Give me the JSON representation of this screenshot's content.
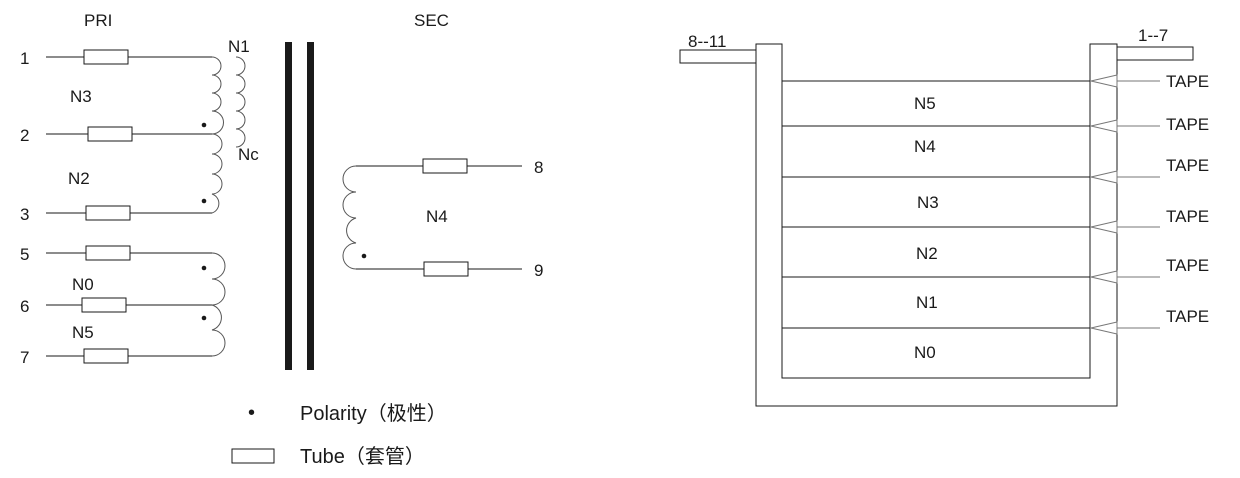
{
  "schematic": {
    "pri_label": "PRI",
    "sec_label": "SEC",
    "pins": {
      "p1": "1",
      "p2": "2",
      "p3": "3",
      "p5": "5",
      "p6": "6",
      "p7": "7",
      "p8": "8",
      "p9": "9"
    },
    "windings": {
      "n1": "N1",
      "n3": "N3",
      "nc": "Nc",
      "n2": "N2",
      "n0": "N0",
      "n5": "N5",
      "n4": "N4"
    }
  },
  "legend": {
    "polarity_symbol": "•",
    "polarity": "Polarity（极性）",
    "tube": "Tube（套管）"
  },
  "stack": {
    "left_pins": "8--11",
    "right_pins": "1--7",
    "layers": [
      "N5",
      "N4",
      "N3",
      "N2",
      "N1",
      "N0"
    ],
    "tapes": [
      "TAPE",
      "TAPE",
      "TAPE",
      "TAPE",
      "TAPE",
      "TAPE"
    ]
  }
}
